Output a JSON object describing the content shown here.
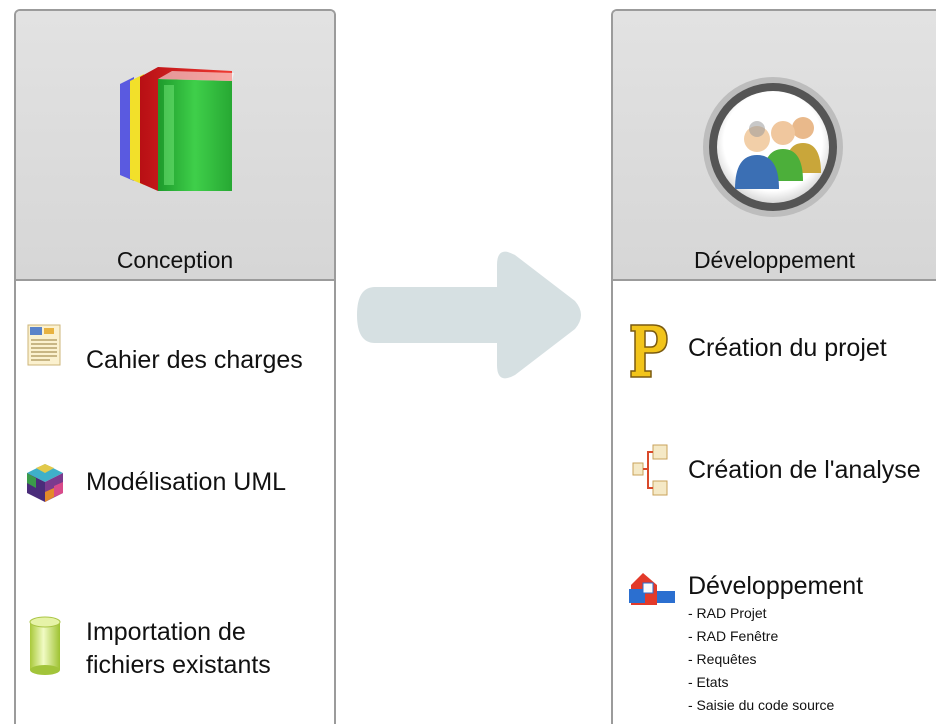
{
  "left_panel": {
    "title": "Conception",
    "header_icon": "books-icon",
    "items": [
      {
        "label": "Cahier des charges",
        "icon": "spec-document-icon"
      },
      {
        "label": "Modélisation UML",
        "icon": "uml-cube-icon"
      },
      {
        "label_line1": "Importation de",
        "label_line2": "fichiers existants",
        "icon": "database-cylinder-icon"
      }
    ]
  },
  "right_panel": {
    "title": "Développement",
    "header_icon": "users-group-icon",
    "items": [
      {
        "label": "Création du projet",
        "icon": "project-p-icon"
      },
      {
        "label": "Création de l'analyse",
        "icon": "analysis-icon"
      },
      {
        "label": "Développement",
        "icon": "development-icon",
        "subitems": [
          "- RAD Projet",
          "- RAD Fenêtre",
          "- Requêtes",
          "- Etats",
          "- Saisie du code source"
        ]
      }
    ]
  },
  "arrow": {
    "color": "#d6e0e2",
    "direction": "right"
  }
}
